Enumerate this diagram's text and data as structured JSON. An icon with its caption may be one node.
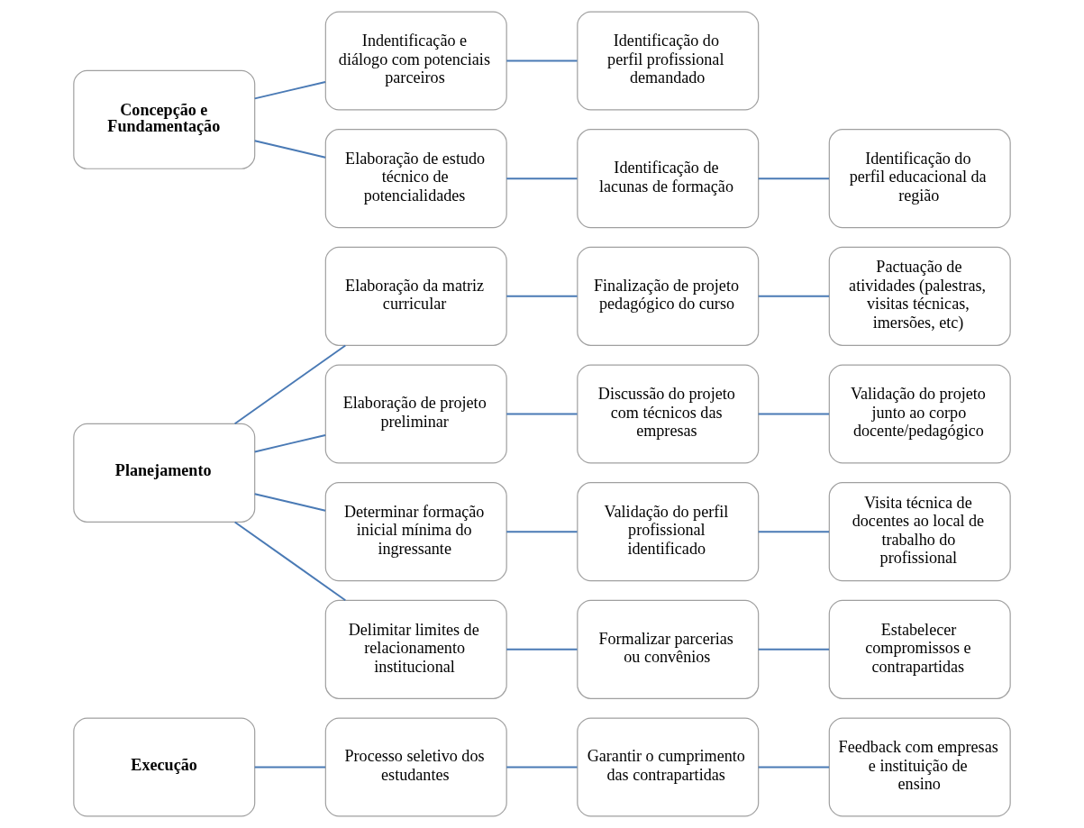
{
  "diagram": {
    "nodes": [
      {
        "text": [
          "Concepção e Fundamentação"
        ]
      },
      {
        "text": [
          "Elaboração de estudo técnico de potencialidades"
        ]
      },
      {
        "text": [
          "Identificação de lacunas de formação"
        ]
      },
      {
        "text": [
          "Identificação do perfil educacional da região"
        ]
      },
      {
        "text": [
          "Indentificação e diálogo com potenciais parceiros"
        ]
      },
      {
        "text": [
          "Identificação do perfil profissional demandado"
        ]
      },
      {
        "text": [
          "Planejamento"
        ]
      },
      {
        "text": [
          "Delimitar limites de relacionamento institucional"
        ]
      },
      {
        "text": [
          "Formalizar parcerias ou convênios"
        ]
      },
      {
        "text": [
          "Estabelecer compromissos e contrapartidas"
        ]
      },
      {
        "text": [
          "Determinar formação inicial mínima do ingressante"
        ]
      },
      {
        "text": [
          "Validação do perfil profissional identificado"
        ]
      },
      {
        "text": [
          "Visita técnica de docentes ao local de trabalho do profissional"
        ]
      },
      {
        "text": [
          "Elaboração de projeto preliminar"
        ]
      },
      {
        "text": [
          "Discussão do projeto com técnicos das empresas"
        ]
      },
      {
        "text": [
          "Validação do projeto junto ao corpo docente/pedagógico"
        ]
      },
      {
        "text": [
          "Elaboração da matriz curricular"
        ]
      },
      {
        "text": [
          "Finalização de projeto pedagógico do curso"
        ]
      },
      {
        "text": [
          "Pactuação de atividades (palestras, visitas técnicas, imersões, etc)"
        ]
      },
      {
        "text": [
          "Execução"
        ]
      },
      {
        "text": [
          "Processo seletivo dos estudantes"
        ]
      },
      {
        "text": [
          "Garantir o cumprimento das contrapartidas"
        ]
      },
      {
        "text": [
          "Feedback com empresas e instituição de ensino"
        ]
      }
    ],
    "edges": [
      {
        "from": 0,
        "to": 1,
        "arrow": "none"
      },
      {
        "from": 1,
        "to": 2,
        "arrow": "none"
      },
      {
        "from": 2,
        "to": 3,
        "arrow": "none"
      },
      {
        "from": 0,
        "to": 4,
        "arrow": "none"
      },
      {
        "from": 4,
        "to": 5,
        "arrow": "none"
      },
      {
        "from": 6,
        "to": 7,
        "arrow": "none"
      },
      {
        "from": 7,
        "to": 8,
        "arrow": "none"
      },
      {
        "from": 8,
        "to": 9,
        "arrow": "none"
      },
      {
        "from": 6,
        "to": 10,
        "arrow": "none"
      },
      {
        "from": 10,
        "to": 11,
        "arrow": "none"
      },
      {
        "from": 11,
        "to": 12,
        "arrow": "none"
      },
      {
        "from": 6,
        "to": 13,
        "arrow": "none"
      },
      {
        "from": 13,
        "to": 14,
        "arrow": "none"
      },
      {
        "from": 14,
        "to": 15,
        "arrow": "none"
      },
      {
        "from": 6,
        "to": 16,
        "arrow": "none"
      },
      {
        "from": 16,
        "to": 17,
        "arrow": "none"
      },
      {
        "from": 17,
        "to": 18,
        "arrow": "none"
      },
      {
        "from": 19,
        "to": 20,
        "arrow": "none"
      },
      {
        "from": 20,
        "to": 21,
        "arrow": "none"
      },
      {
        "from": 21,
        "to": 22,
        "arrow": "none"
      }
    ]
  }
}
